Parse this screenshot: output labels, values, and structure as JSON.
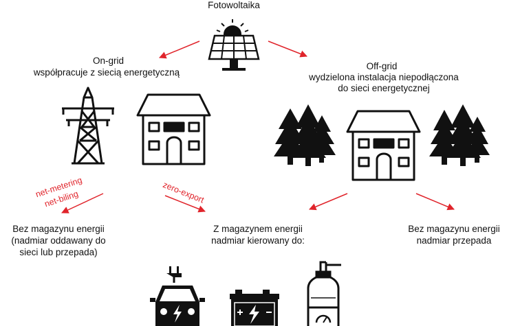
{
  "title": "Fotowoltaika",
  "on_grid": {
    "line1": "On-grid",
    "line2": "współpracuje z siecią energetyczną"
  },
  "off_grid": {
    "line1": "Off-grid",
    "line2": "wydzielona instalacja niepodłączona",
    "line3": "do sieci energetycznej"
  },
  "modes": {
    "net_metering": "net-metering",
    "net_billing": "net-biling",
    "zero_export": "zero-export"
  },
  "outcomes": {
    "left": {
      "line1": "Bez magazynu energii",
      "line2": "(nadmiar oddawany do",
      "line3": "sieci lub przepada)"
    },
    "center": {
      "line1": "Z magazynem energii",
      "line2": "nadmiar kierowany do:"
    },
    "right": {
      "line1": "Bez magazynu energii",
      "line2": "nadmiar przepada"
    }
  },
  "colors": {
    "arrow": "#e0242b",
    "icon": "#111111"
  },
  "icons": [
    "solar-panel-icon",
    "power-pylon-icon",
    "house-icon",
    "tree-icon",
    "electric-car-icon",
    "battery-icon",
    "water-heater-icon"
  ]
}
